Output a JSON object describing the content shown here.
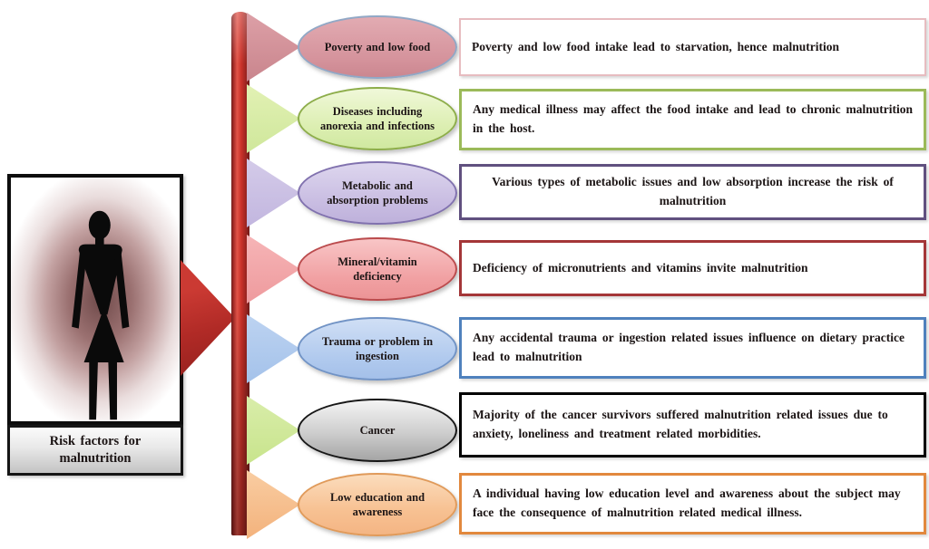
{
  "title_panel": {
    "caption": "Risk factors for malnutrition",
    "icon": "malnourished-person-silhouette"
  },
  "connector": {
    "bar_color": "#c93129",
    "arrow_color": "#c8342e"
  },
  "rows": [
    {
      "label": "Poverty and low food",
      "description": "Poverty and low food intake lead to starvation, hence malnutrition",
      "ellipse_fill": "#d5939c",
      "ellipse_border": "#91a8c6",
      "box_border": "#e7bcc0",
      "arrow_fill": "#d49298"
    },
    {
      "label": "Diseases including anorexia and infections",
      "description": "Any medical illness may affect the food intake and lead to chronic malnutrition in the host.",
      "ellipse_fill": "#ddefb3",
      "ellipse_border": "#8dad4a",
      "box_border": "#9bba59",
      "arrow_fill": "#d9eda6"
    },
    {
      "label": "Metabolic and absorption problems",
      "description": "Various types of metabolic issues and low absorption increase the risk of malnutrition",
      "ellipse_fill": "#c9bde2",
      "ellipse_border": "#8071ae",
      "box_border": "#60507f",
      "arrow_fill": "#ccc2e5"
    },
    {
      "label": "Mineral/vitamin deficiency",
      "description": "Deficiency of micronutrients and vitamins invite malnutrition",
      "ellipse_fill": "#f1a1a3",
      "ellipse_border": "#bb4b4d",
      "box_border": "#a43638",
      "arrow_fill": "#f2a9ac"
    },
    {
      "label": "Trauma or problem in ingestion",
      "description": "Any accidental trauma or ingestion related issues influence on dietary practice lead to malnutrition",
      "ellipse_fill": "#b1caee",
      "ellipse_border": "#7193c5",
      "box_border": "#4f81bd",
      "arrow_fill": "#b3cdf0"
    },
    {
      "label": "Cancer",
      "description": "Majority of the cancer survivors suffered malnutrition related issues due to anxiety, loneliness and treatment related morbidities.",
      "ellipse_fill": "#cdcdcd",
      "ellipse_border": "#161616",
      "box_border": "#000000",
      "arrow_fill": "#d5eba2"
    },
    {
      "label": "Low education and awareness",
      "description": "A individual having low education level and awareness about the subject may face the consequence of malnutrition related medical illness.",
      "ellipse_fill": "#f7c192",
      "ellipse_border": "#e09a5a",
      "box_border": "#e2883d",
      "arrow_fill": "#f7c193"
    }
  ]
}
